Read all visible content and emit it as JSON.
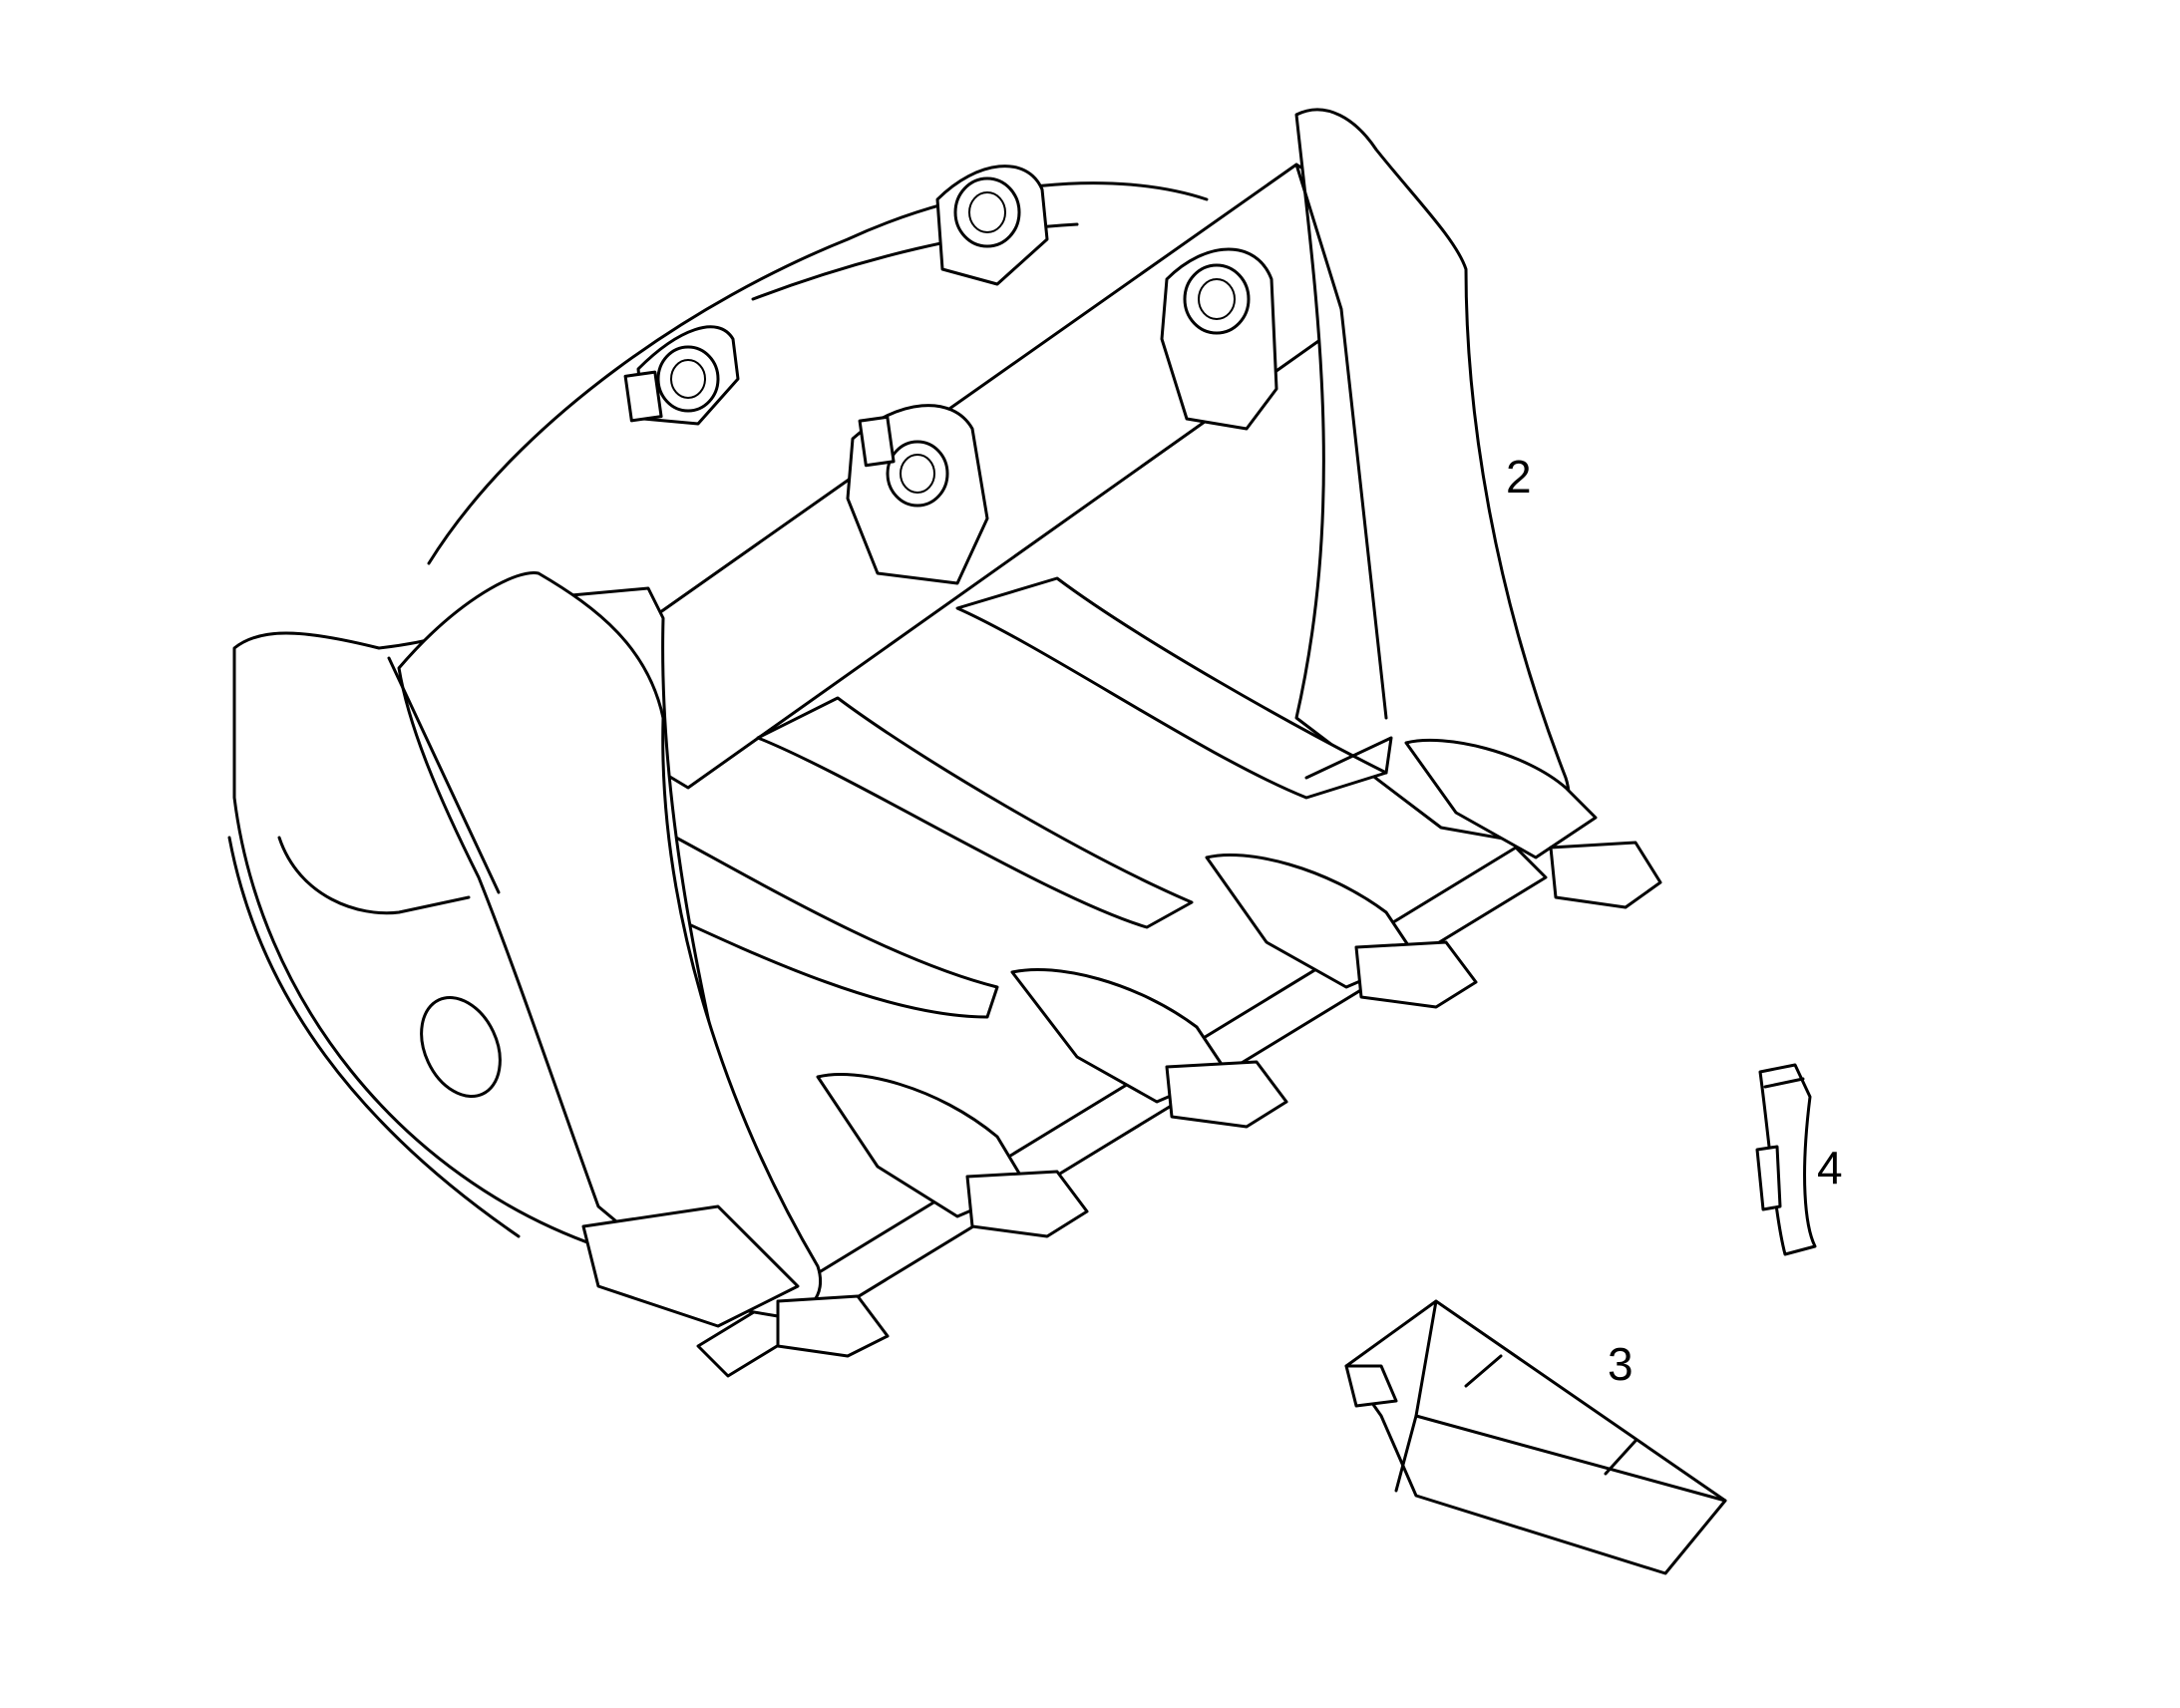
{
  "diagram": {
    "parts": [
      {
        "id": "bucket",
        "label": "2"
      },
      {
        "id": "tooth",
        "label": "3"
      },
      {
        "id": "retainer-pin",
        "label": "4"
      }
    ]
  }
}
